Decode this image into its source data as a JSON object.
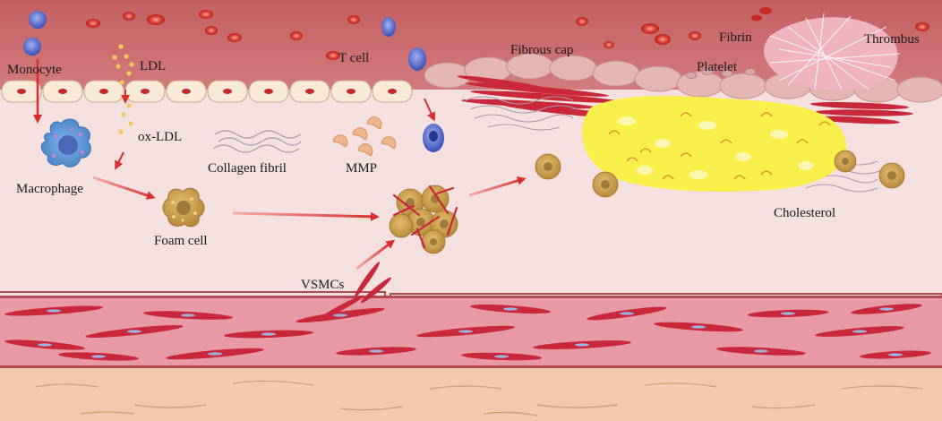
{
  "labels": {
    "monocyte": "Monocyte",
    "ldl": "LDL",
    "ox_ldl": "ox-LDL",
    "t_cell": "T cell",
    "fibrous_cap": "Fibrous cap",
    "fibrin": "Fibrin",
    "thrombus": "Thrombus",
    "platelet": "Platelet",
    "macrophage": "Macrophage",
    "collagen_fibril": "Collagen fibril",
    "mmp": "MMP",
    "foam_cell": "Foam cell",
    "cholesterol": "Cholesterol",
    "vsmcs": "VSMCs"
  },
  "colors": {
    "lumen": "#c96a6e",
    "intima": "#f5e0e0",
    "media": "#e79aa3",
    "adventitia": "#f2c8ae",
    "arrow": "#d9302e",
    "foam": "#c89a4a",
    "lipid_core": "#f7ef4a"
  }
}
